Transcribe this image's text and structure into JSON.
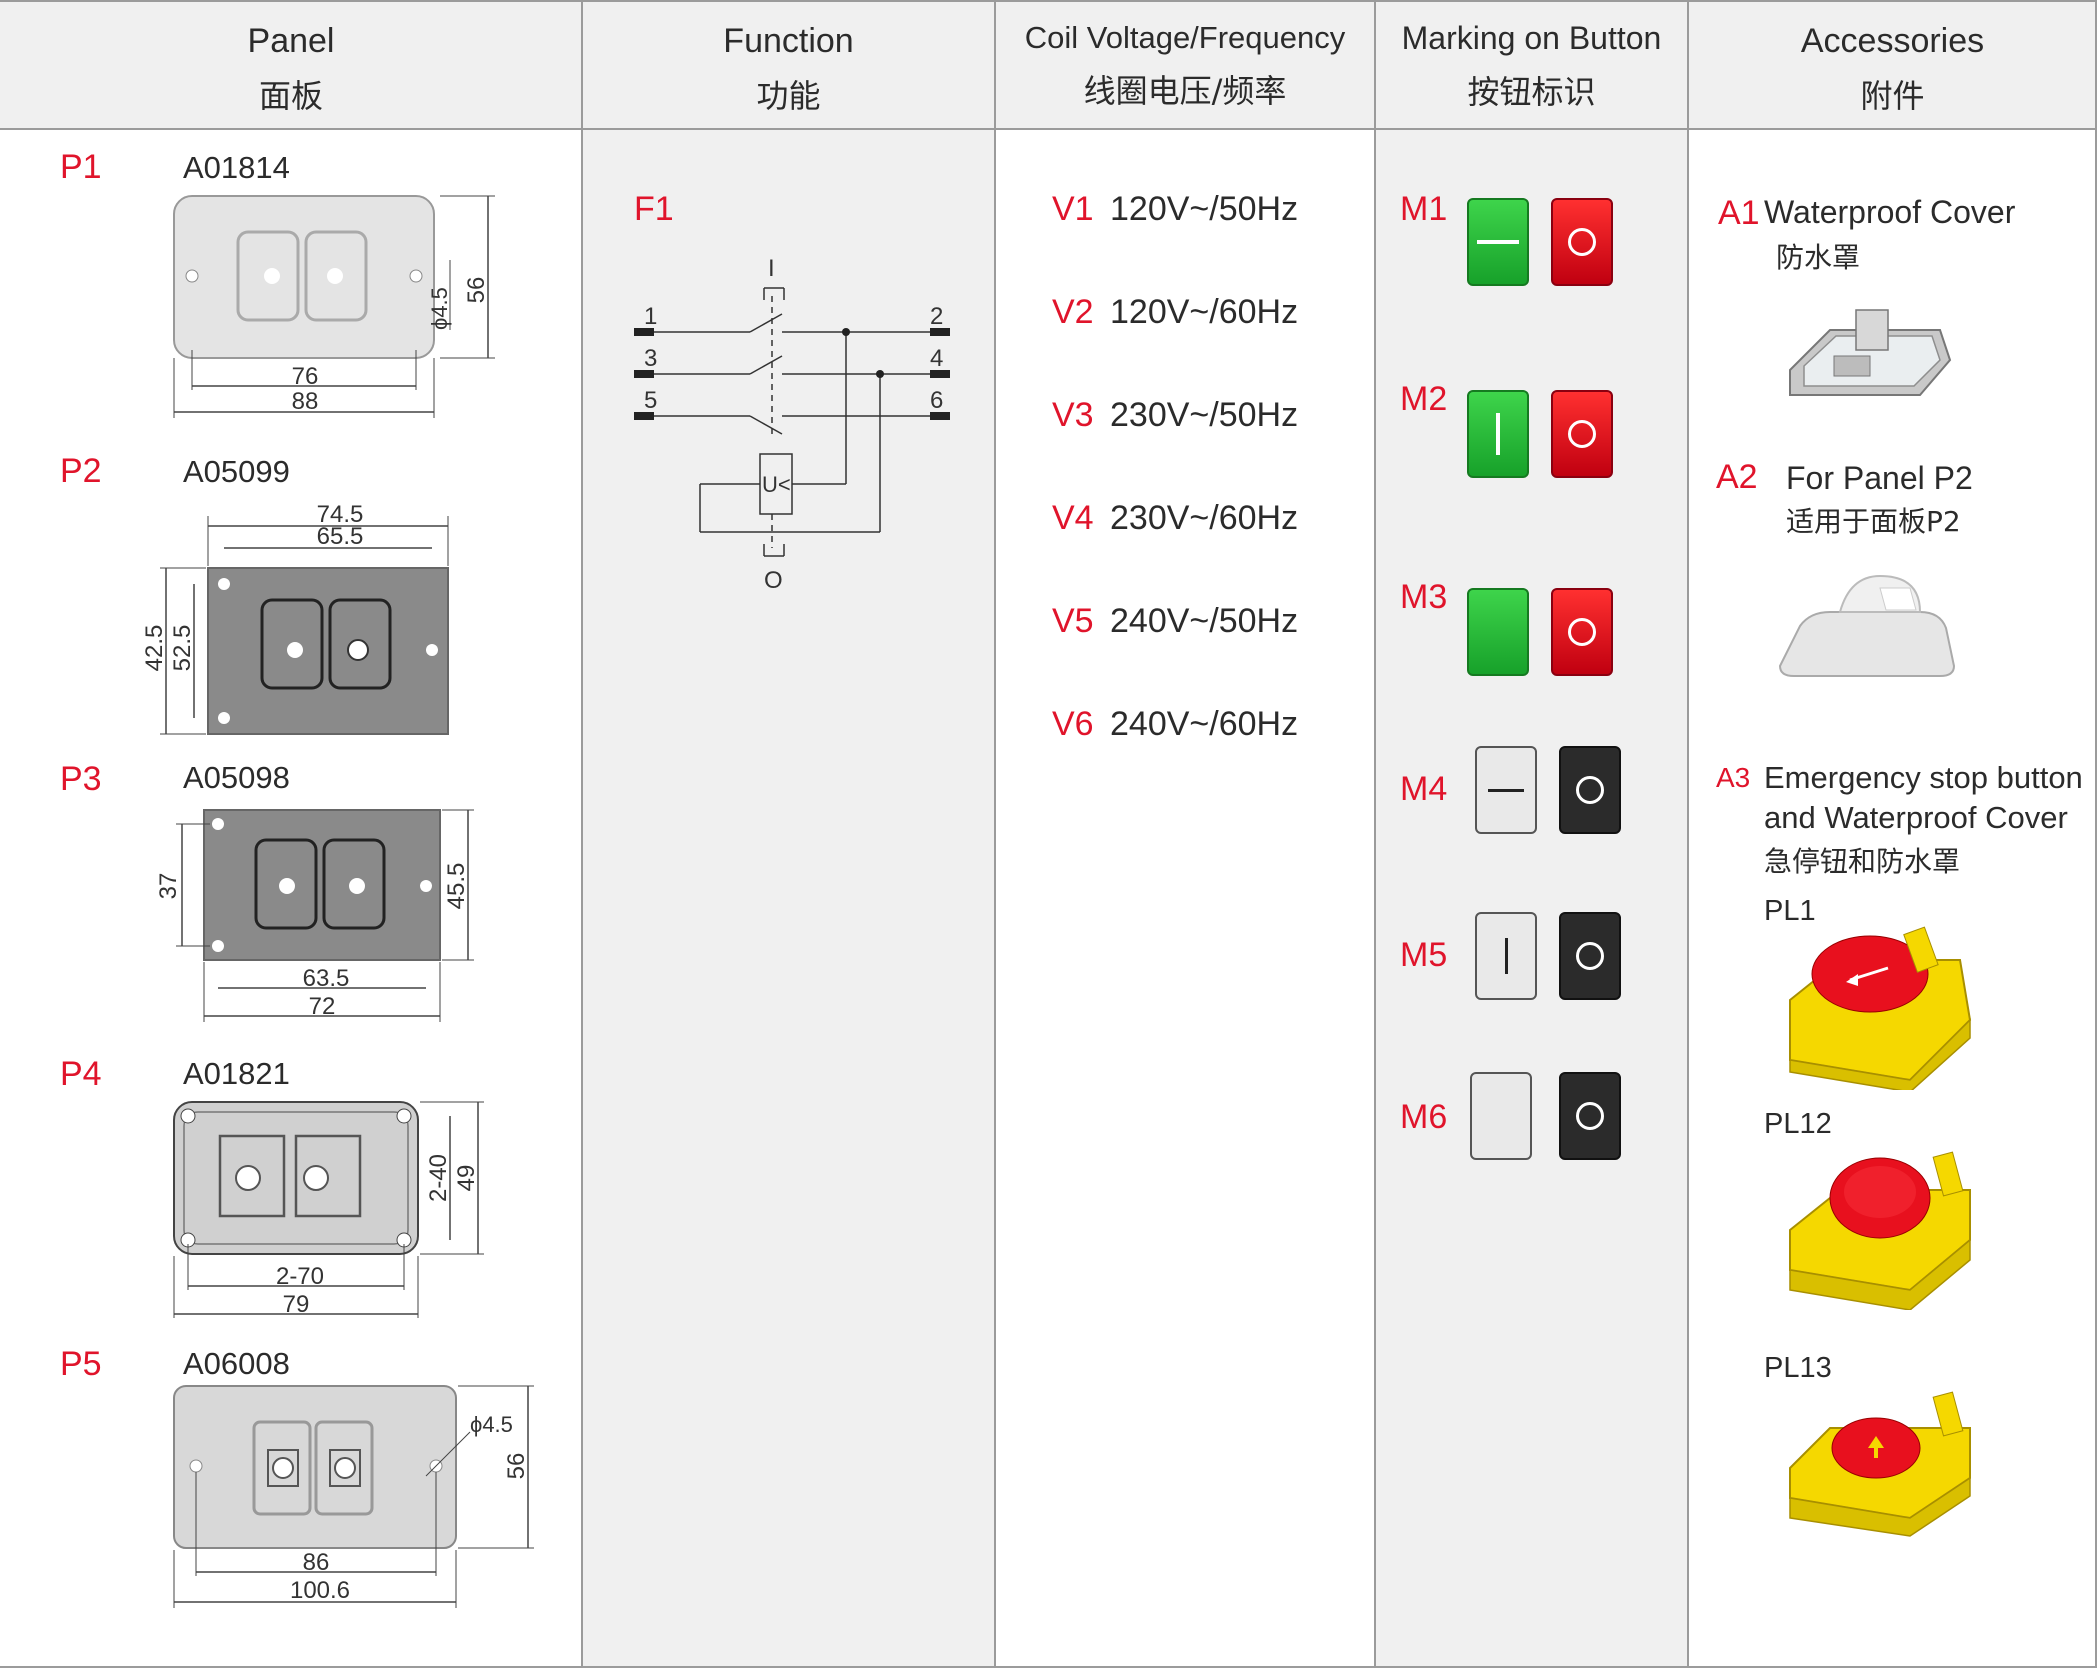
{
  "headers": {
    "panel": {
      "en": "Panel",
      "cn": "面板"
    },
    "function": {
      "en": "Function",
      "cn": "功能"
    },
    "coil": {
      "en": "Coil Voltage/Frequency",
      "cn": "线圈电压/频率"
    },
    "marking": {
      "en": "Marking on Button",
      "cn": "按钮标识"
    },
    "accessories": {
      "en": "Accessories",
      "cn": "附件"
    }
  },
  "panels": [
    {
      "id": "P1",
      "code": "A01814",
      "dims": [
        "76",
        "88",
        "56",
        "ϕ4.5"
      ]
    },
    {
      "id": "P2",
      "code": "A05099",
      "dims": [
        "74.5",
        "65.5",
        "42.5",
        "52.5"
      ]
    },
    {
      "id": "P3",
      "code": "A05098",
      "dims": [
        "37",
        "45.5",
        "63.5",
        "72"
      ]
    },
    {
      "id": "P4",
      "code": "A01821",
      "dims": [
        "2-70",
        "79",
        "2-40",
        "49"
      ]
    },
    {
      "id": "P5",
      "code": "A06008",
      "dims": [
        "ϕ4.5",
        "56",
        "86",
        "100.6"
      ]
    }
  ],
  "function": {
    "id": "F1",
    "terminals": [
      "1",
      "2",
      "3",
      "4",
      "5",
      "6"
    ],
    "on_label": "I",
    "off_label": "O",
    "coil_label": "U<"
  },
  "voltages": [
    {
      "id": "V1",
      "value": "120V~/50Hz"
    },
    {
      "id": "V2",
      "value": "120V~/60Hz"
    },
    {
      "id": "V3",
      "value": "230V~/50Hz"
    },
    {
      "id": "V4",
      "value": "230V~/60Hz"
    },
    {
      "id": "V5",
      "value": "240V~/50Hz"
    },
    {
      "id": "V6",
      "value": "240V~/60Hz"
    }
  ],
  "markings": [
    {
      "id": "M1",
      "start_color": "green",
      "stop_color": "red",
      "start_mark": "dash",
      "stop_mark": "circle"
    },
    {
      "id": "M2",
      "start_color": "green",
      "stop_color": "red",
      "start_mark": "bar",
      "stop_mark": "circle"
    },
    {
      "id": "M3",
      "start_color": "green",
      "stop_color": "red",
      "start_mark": "none",
      "stop_mark": "circle"
    },
    {
      "id": "M4",
      "start_color": "white",
      "stop_color": "black",
      "start_mark": "dash",
      "stop_mark": "circle"
    },
    {
      "id": "M5",
      "start_color": "white",
      "stop_color": "black",
      "start_mark": "bar",
      "stop_mark": "circle"
    },
    {
      "id": "M6",
      "start_color": "white",
      "stop_color": "black",
      "start_mark": "none",
      "stop_mark": "circle"
    }
  ],
  "accessories": {
    "a1": {
      "id": "A1",
      "en": "Waterproof Cover",
      "cn": "防水罩"
    },
    "a2": {
      "id": "A2",
      "en": "For Panel P2",
      "cn": "适用于面板P2"
    },
    "a3": {
      "id": "A3",
      "en_line1": "Emergency stop button",
      "en_line2": "and Waterproof Cover",
      "cn": "急停钮和防水罩"
    },
    "pl": [
      "PL1",
      "PL12",
      "PL13"
    ]
  },
  "colors": {
    "accent_red": "#e0142b",
    "header_bg": "#f0f0f0",
    "grid": "#9b9b9b",
    "panel_gray": "#8a8a8a",
    "button_green": "#22b533",
    "button_red": "#e8101e",
    "estop_yellow": "#f5d800"
  }
}
